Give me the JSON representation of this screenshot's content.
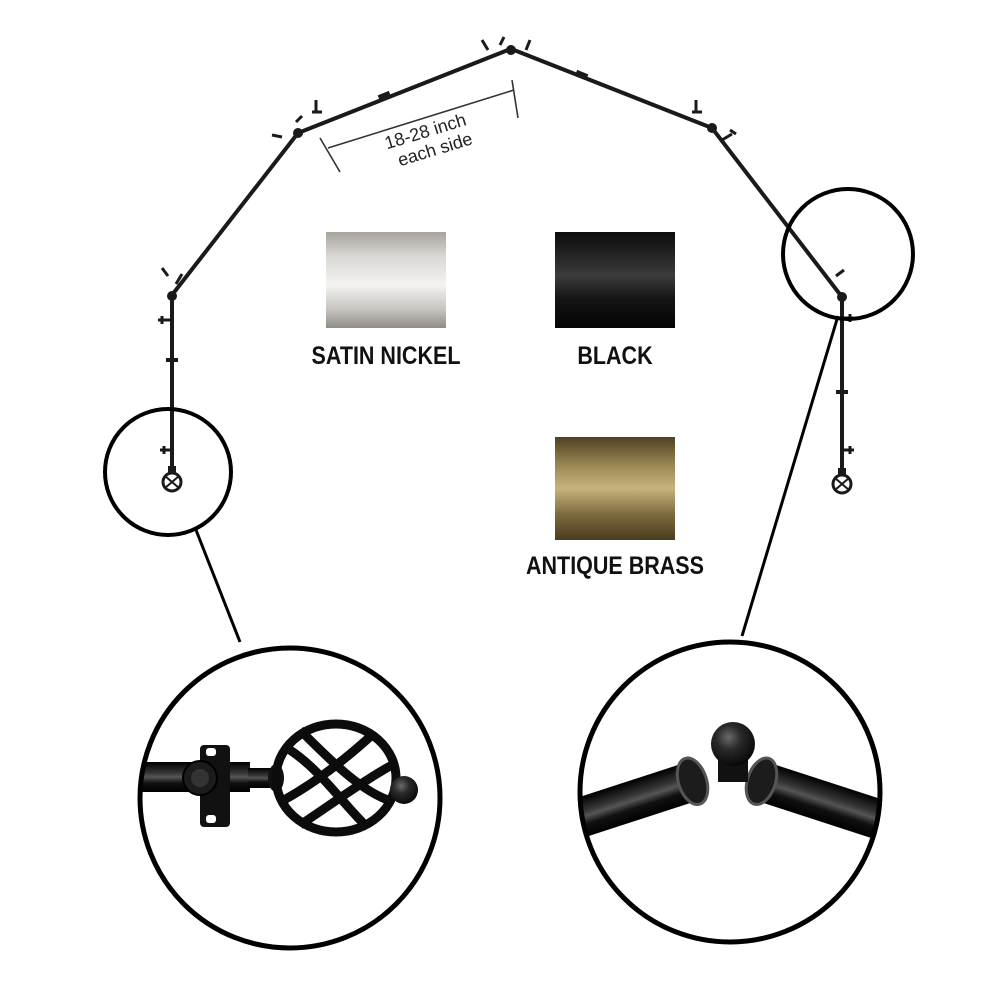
{
  "measurement": {
    "line1": "18-28 inch",
    "line2": "each side"
  },
  "swatches": [
    {
      "name": "SATIN NICKEL",
      "color_light": "#e8e6e2",
      "color_mid": "#b9b6b0",
      "color_dark": "#8d8a85"
    },
    {
      "name": "BLACK",
      "color_light": "#3a3a3a",
      "color_mid": "#161616",
      "color_dark": "#050505"
    },
    {
      "name": "ANTIQUE BRASS",
      "color_light": "#c2b07a",
      "color_mid": "#8d7b4b",
      "color_dark": "#5a4a28"
    }
  ],
  "rod_color": "#1a1a1a"
}
